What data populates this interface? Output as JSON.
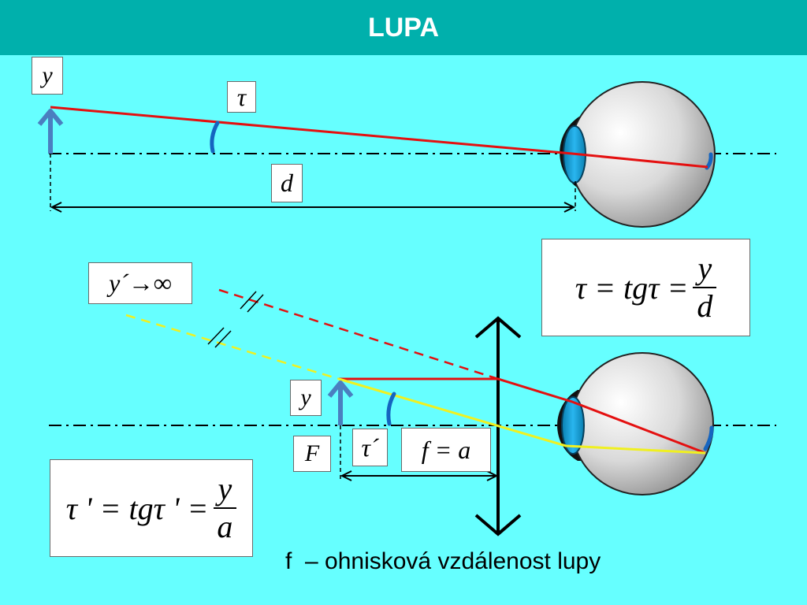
{
  "title": "LUPA",
  "labels": {
    "y_top": "y",
    "tau": "τ",
    "d": "d",
    "y_image": "y´→∞",
    "y_lower": "y",
    "F": "F",
    "tau_prime": "τ´",
    "f_eq_a": "f = a"
  },
  "formula_top": {
    "lhs": "τ = tgτ =",
    "num": "y",
    "den": "d"
  },
  "formula_bottom": {
    "lhs": "τ ' = tgτ ' =",
    "num": "y",
    "den": "a"
  },
  "caption": "f  – ohnisková vzdálenost lupy",
  "colors": {
    "background": "#66ffff",
    "title_bar": "#00b0ac",
    "ray_red": "#e41010",
    "ray_yellow": "#f0f020",
    "arrow_blue": "#4a7fc0",
    "angle_arc": "#1565c0",
    "eye_lens": "#1aa3d9"
  }
}
